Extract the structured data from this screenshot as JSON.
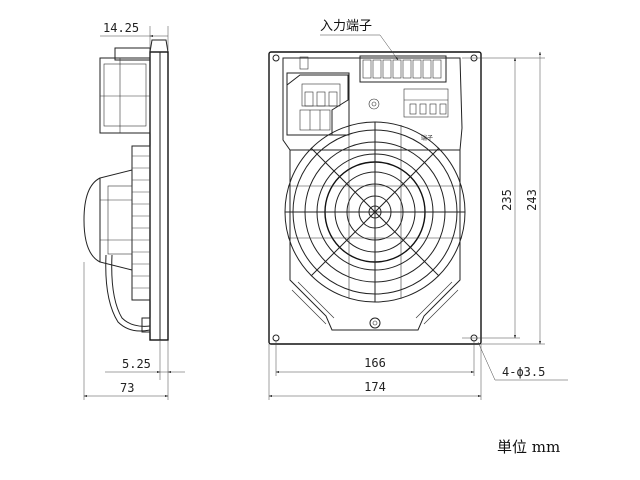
{
  "dimensions": {
    "side_top": "14.25",
    "side_offset": "5.25",
    "side_depth": "73",
    "inner_width": "166",
    "outer_width": "174",
    "inner_height": "235",
    "outer_height": "243",
    "hole": "4-ϕ3.5"
  },
  "labels": {
    "terminal_block": "入力端子",
    "terminal_small": "端子",
    "unit_label": "単位 mm"
  }
}
